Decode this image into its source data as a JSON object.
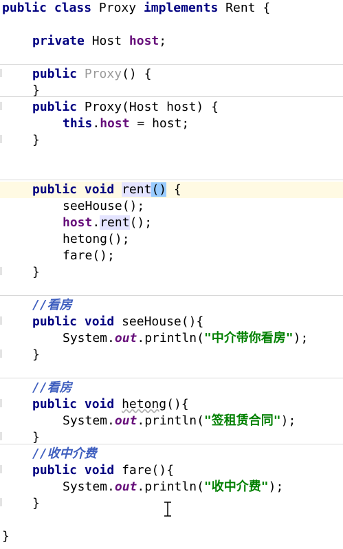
{
  "code": {
    "class_decl": {
      "kw1": "public",
      "kw2": "class",
      "name": "Proxy",
      "kw3": "implements",
      "iface": "Rent",
      "brace": "{"
    },
    "field": {
      "kw": "private",
      "type": "Host",
      "name": "host",
      "semi": ";"
    },
    "ctor1": {
      "kw": "public",
      "name": "Proxy",
      "rest": "() {",
      "close": "}"
    },
    "ctor2": {
      "kw": "public",
      "sig": "Proxy(Host host) {",
      "this_kw": "this",
      "dot": ".",
      "field": "host",
      "assign": " = host;",
      "close": "}"
    },
    "rent": {
      "kw1": "public",
      "kw2": "void",
      "name": "rent",
      "parens": "()",
      "brace": " {",
      "call1": "seeHouse();",
      "call2_obj": "host",
      "call2_dot": ".",
      "call2_fn": "rent",
      "call2_rest": "();",
      "call3": "hetong();",
      "call4": "fare();",
      "close": "}"
    },
    "seeHouse": {
      "comment": "//看房",
      "kw1": "public",
      "kw2": "void",
      "sig": "seeHouse(){",
      "sys": "System.",
      "out": "out",
      "println": ".println(",
      "str": "\"中介带你看房\"",
      "end": ");",
      "close": "}"
    },
    "hetong": {
      "comment": "//看房",
      "kw1": "public",
      "kw2": "void",
      "name": "hetong",
      "sig_rest": "(){",
      "sys": "System.",
      "out": "out",
      "println": ".println(",
      "str": "\"签租赁合同\"",
      "end": ");",
      "close": "}"
    },
    "fare": {
      "comment": "//收中介费",
      "kw1": "public",
      "kw2": "void",
      "sig": "fare(){",
      "sys": "System.",
      "out": "out",
      "println": ".println(",
      "str": "\"收中介费\"",
      "end": ");",
      "close": "}"
    },
    "class_close": "}"
  },
  "colors": {
    "keyword": "#000080",
    "field": "#660e7a",
    "string": "#008000",
    "comment": "#3f5fbf",
    "current_line": "#fffae3"
  },
  "icons": {
    "text_cursor": "i-beam-cursor-icon"
  }
}
